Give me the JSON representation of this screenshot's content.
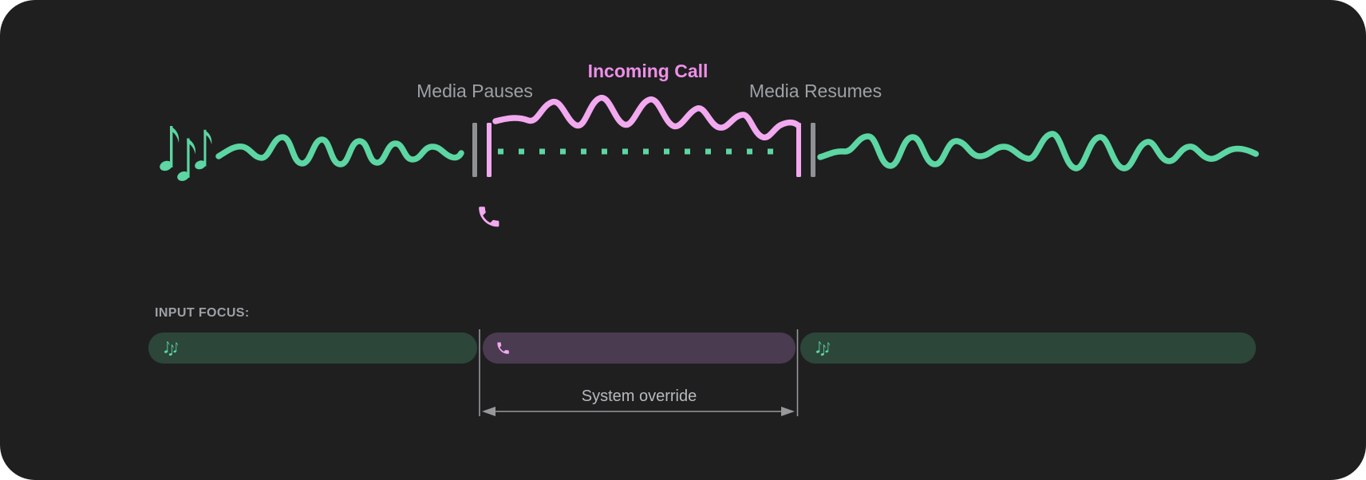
{
  "colors": {
    "page-bg": "#ffffff",
    "card-bg": "#1f1f20",
    "media-green": "#5cd6a2",
    "call-pink": "#f2a9ef",
    "call-pink-text": "#ee8fe8",
    "pause-bar-gray": "#909194",
    "label-gray": "#9da1a5",
    "override-gray": "#b7babd",
    "guide-gray": "#97989a",
    "focus-green-bg": "#2c463a",
    "focus-purple-bg": "#4a3b50"
  },
  "timeline": {
    "media_pauses_label": "Media Pauses",
    "incoming_call_label": "Incoming Call",
    "media_resumes_label": "Media Resumes",
    "media_icon": "music-notes-icon",
    "call_icon": "phone-icon"
  },
  "input_focus": {
    "label": "INPUT FOCUS:",
    "system_override_label": "System override",
    "segments": [
      {
        "name": "media-before-call",
        "icon": "music-notes-icon"
      },
      {
        "name": "incoming-call",
        "icon": "phone-icon"
      },
      {
        "name": "media-after-call",
        "icon": "music-notes-icon"
      }
    ]
  }
}
